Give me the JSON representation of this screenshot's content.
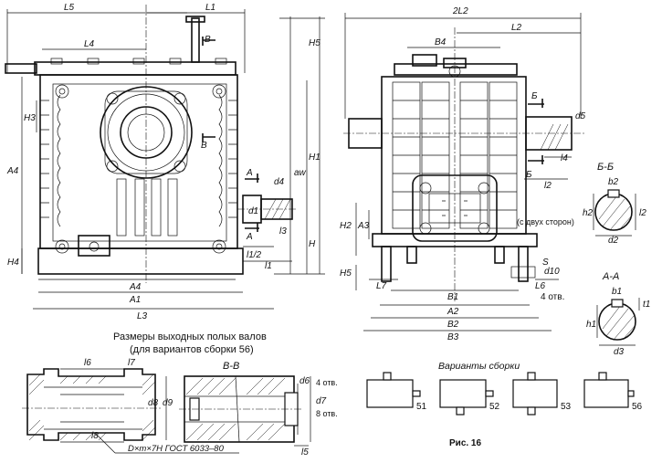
{
  "dimensions_left_view": {
    "L5": "L5",
    "L1": "L1",
    "L4": "L4",
    "H5": "H5",
    "H3": "H3",
    "A4": "A4",
    "H4": "H4",
    "aw": "aw",
    "H1": "H1",
    "H": "H",
    "d4": "d4",
    "d1": "d1",
    "l3": "l3",
    "l1_half": "l1/2",
    "l1": "l1",
    "A": "A",
    "A4b": "A4",
    "A1": "A1",
    "L3": "L3",
    "B": "B"
  },
  "dimensions_right_view": {
    "L2x2": "2L2",
    "L2": "L2",
    "B4": "B4",
    "B_cut": "Б",
    "d5": "d5",
    "l4": "l4",
    "l2": "l2",
    "H2": "H2",
    "A3": "A3",
    "two_sides": "(с двух сторон)",
    "S": "S",
    "d10": "d10",
    "holes4": "4 отв.",
    "L6": "L6",
    "L7": "L7",
    "H5": "H5",
    "B1": "B1",
    "A2": "A2",
    "B2": "B2",
    "B3": "B3"
  },
  "section_bb": {
    "title": "Б-Б",
    "b2": "b2",
    "h2": "h2",
    "l2": "l2",
    "d2": "d2"
  },
  "section_aa": {
    "title": "А-А",
    "b1": "b1",
    "t1": "t1",
    "h1": "h1",
    "d3": "d3"
  },
  "hollow_shaft": {
    "caption_line1": "Размеры выходных полых валов",
    "caption_line2": "(для вариантов сборки 56)",
    "l6": "l6",
    "l7": "l7",
    "d8": "d8",
    "d9": "d9",
    "l8": "l8",
    "spline": "D×m×7H ГОСТ 6033–80"
  },
  "section_vv": {
    "title": "В-В",
    "d6": "d6",
    "holes4": "4 отв.",
    "d7": "d7",
    "holes8": "8 отв.",
    "l5": "l5"
  },
  "assembly_variants": {
    "title": "Варианты сборки",
    "items": [
      "51",
      "52",
      "53",
      "56"
    ]
  },
  "figure_caption": "Рис. 16"
}
